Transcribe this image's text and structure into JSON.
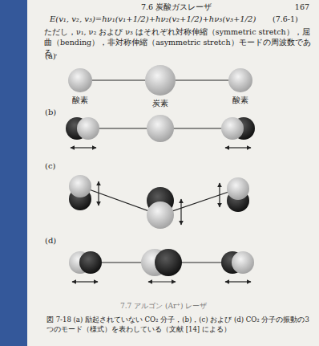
{
  "diagram": {
    "caption": "図 7-18 (a) 励起されていない CO₂ 分子，(b)，(c) および (d) CO₂ 分子の振動の3つのモード（様式）を表わしている（文献 [14] による）",
    "nodes": [
      {
        "text": [
          "酸素"
        ]
      },
      {
        "text": [
          "炭素"
        ]
      },
      {
        "text": [
          "酸素"
        ]
      }
    ],
    "edges": [
      {
        "from": 0,
        "to": 1,
        "arrow": "none"
      },
      {
        "from": 1,
        "to": 2,
        "arrow": "none"
      }
    ],
    "labels": [
      "7.6 炭酸ガスレーザ",
      "167",
      "E(v₁, v₂, v₃)=hν₁(v₁+1/2)+hν₂(v₂+1/2)+hν₃(v₃+1/2)",
      "(7.6-1)",
      "ただし，ν₁, ν₂ および ν₃ はそれぞれ対称伸縮（symmetric stretch），屈曲（bending），非対称伸縮（asymmetric stretch）モードの周波数である．",
      "(a)",
      "(b)",
      "(c)",
      "(d)",
      "7.7 アルゴン (Ar⁺) レーザ"
    ]
  }
}
